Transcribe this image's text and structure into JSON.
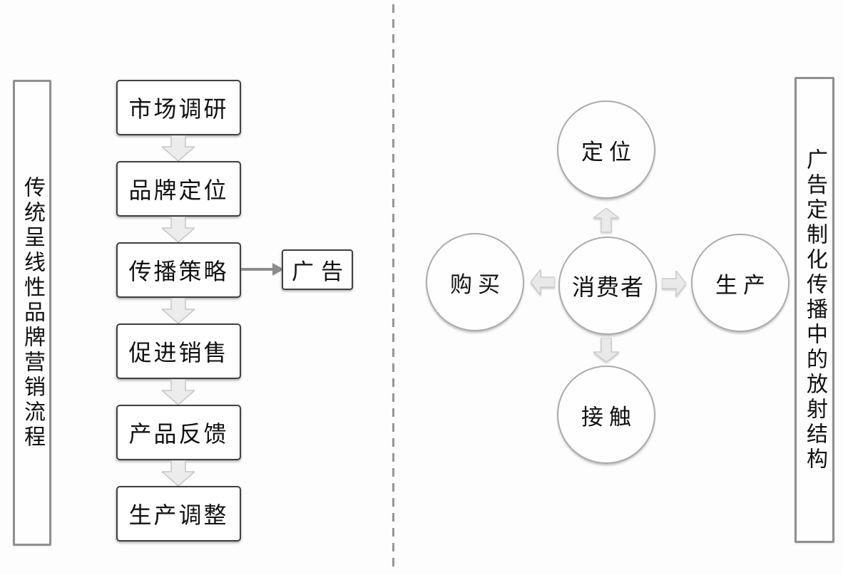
{
  "diagram_type": "two-panel marketing process comparison diagram",
  "divider": {
    "style": "vertical dashed line",
    "color": "#969696"
  },
  "left_panel": {
    "side_label": "传统呈线性品牌营销流程",
    "steps": [
      {
        "label": "市场调研"
      },
      {
        "label": "品牌定位"
      },
      {
        "label": "传播策略"
      },
      {
        "label": "促进销售"
      },
      {
        "label": "产品反馈"
      },
      {
        "label": "生产调整"
      }
    ],
    "flow_direction": "top-to-bottom",
    "branch_label": "广告",
    "branch_from_step": "传播策略"
  },
  "right_panel": {
    "side_label": "广告定制化传播中的放射结构",
    "center_label": "消费者",
    "satellites": [
      {
        "label": "定位",
        "position": "top"
      },
      {
        "label": "购买",
        "position": "left"
      },
      {
        "label": "生产",
        "position": "right"
      },
      {
        "label": "接触",
        "position": "bottom"
      }
    ],
    "arrow_direction": "outward-from-center"
  },
  "colors": {
    "background": "#fdfdfd",
    "flow_box_border": "#3f3f3f",
    "side_label_border": "#8f8f8f",
    "circle_border": "#ababab",
    "block_arrow_fill": "#e9e9e9",
    "block_arrow_stroke": "#c6c6c6",
    "branch_arrow": "#8c8c8c",
    "divider": "#969696",
    "text": "#111111"
  }
}
